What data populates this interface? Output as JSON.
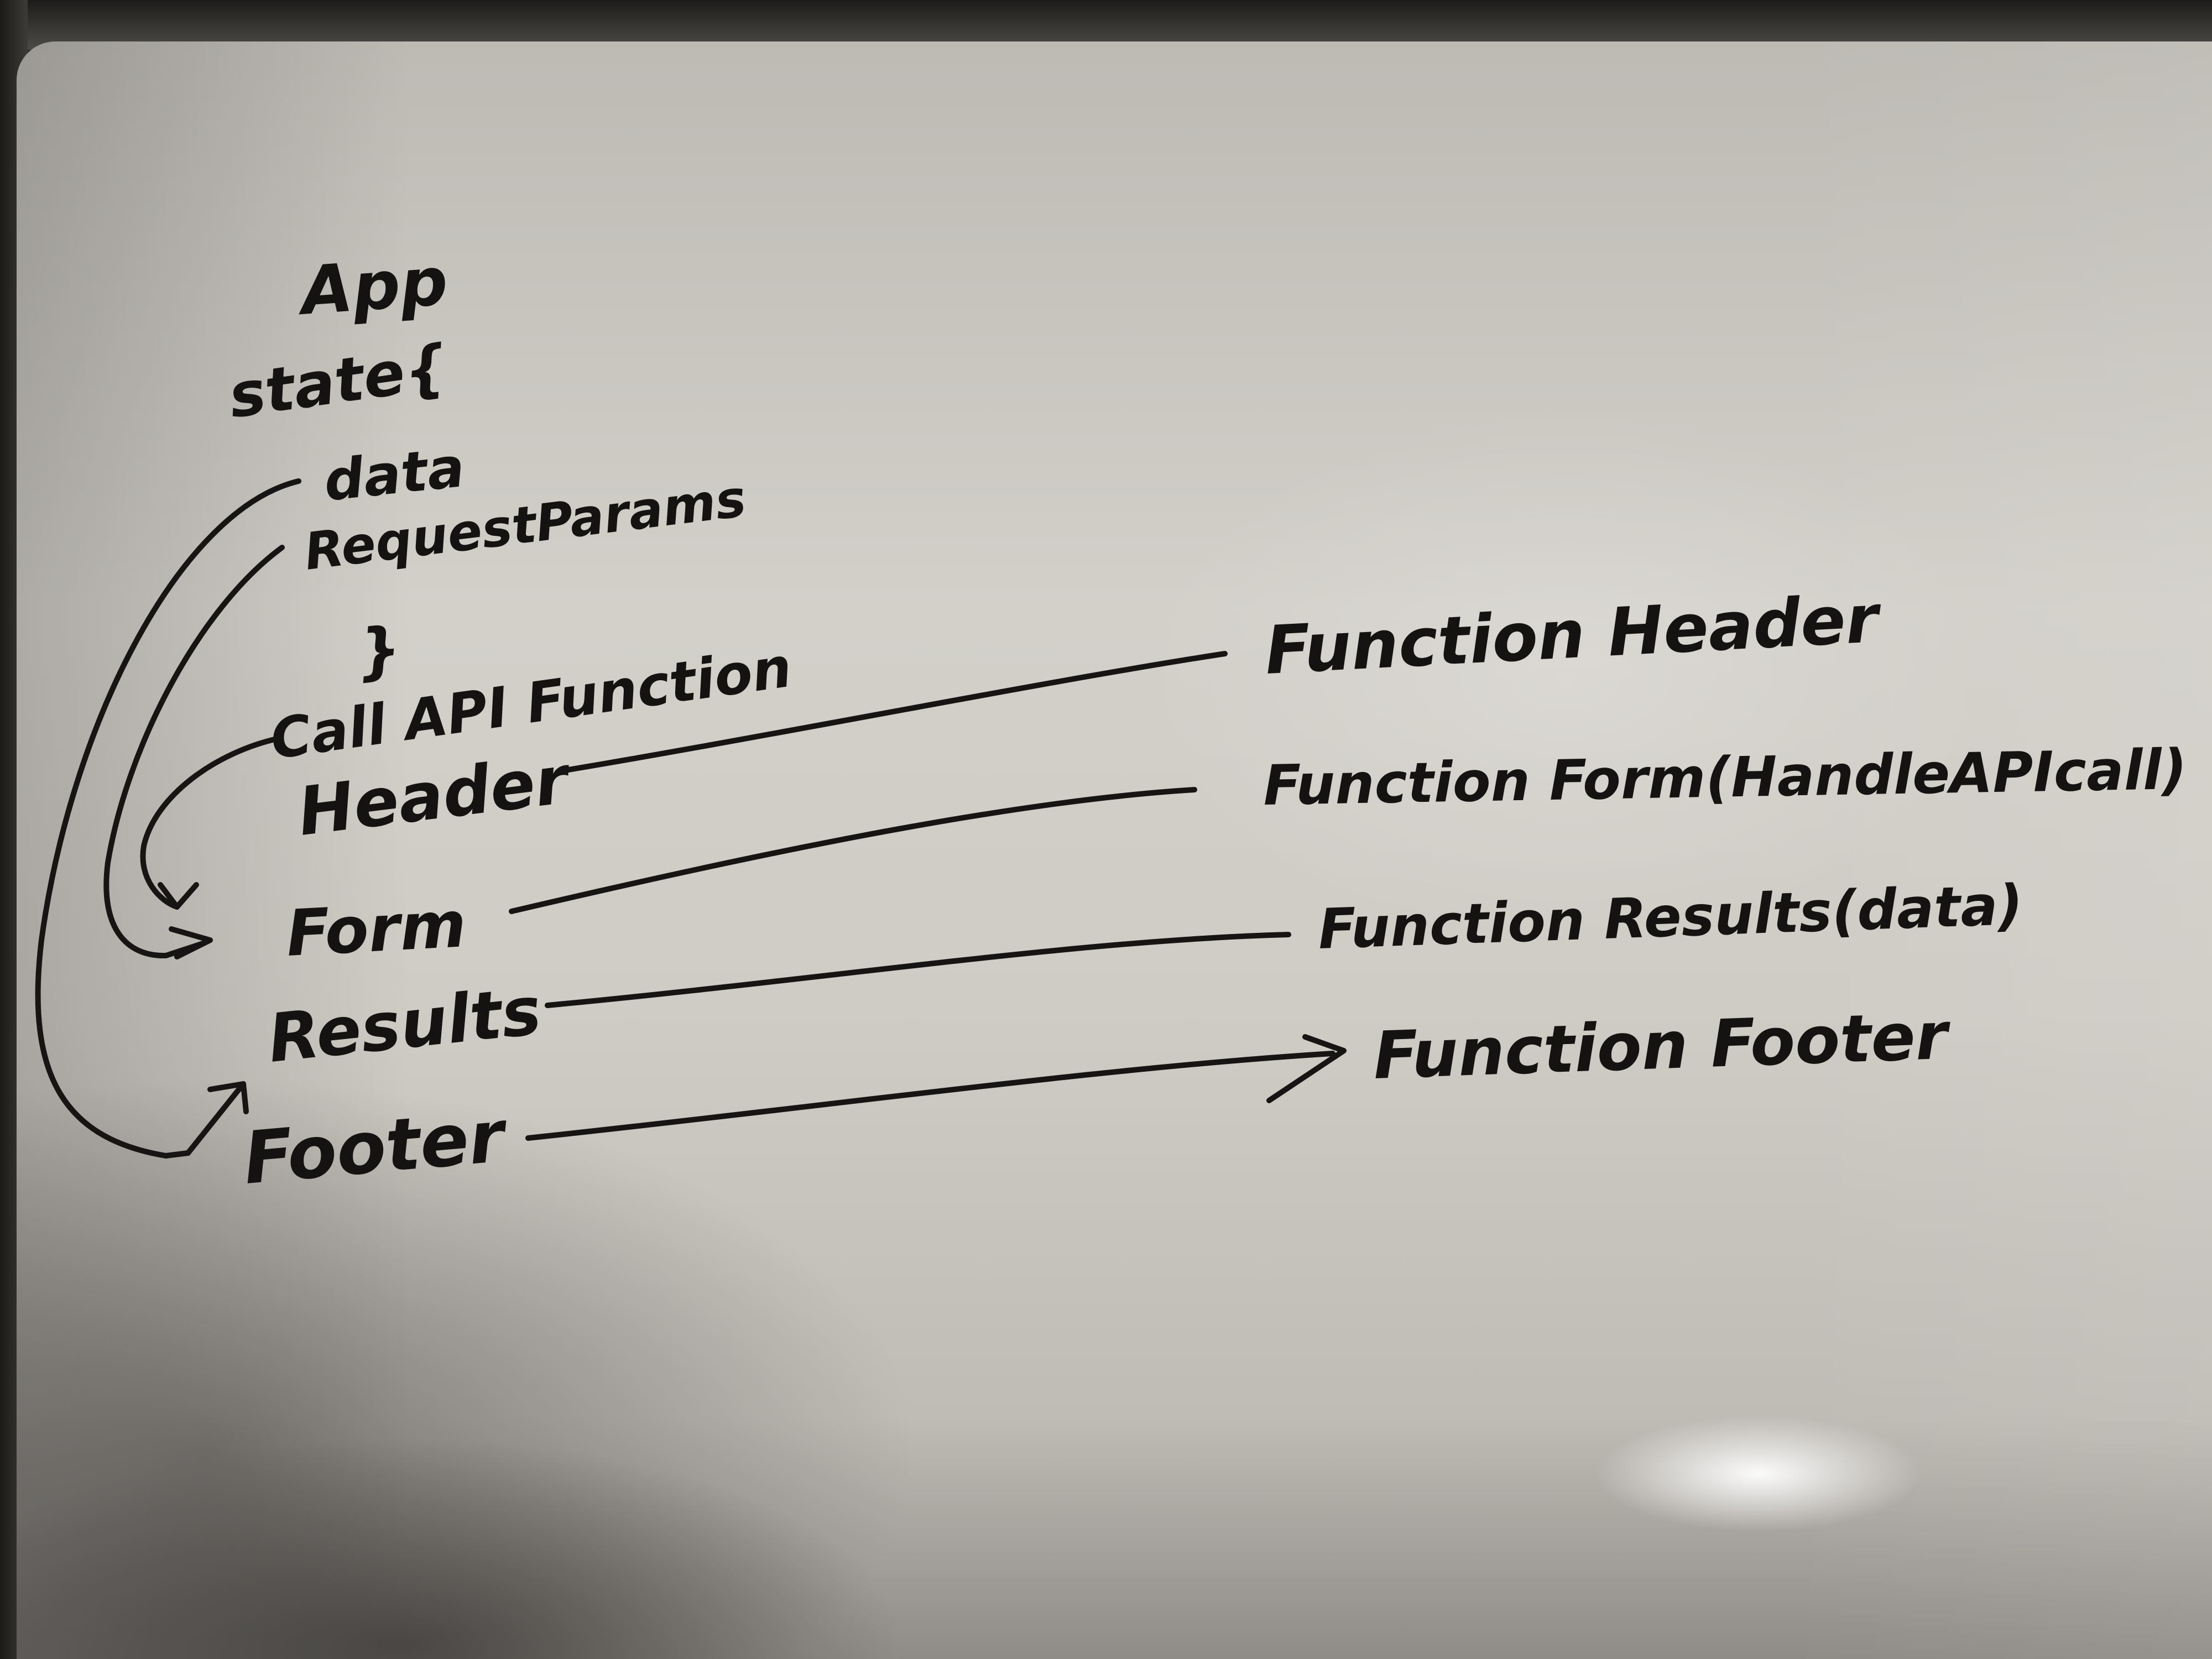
{
  "left": {
    "title": "App",
    "state_open": "state{",
    "state_items": [
      "data",
      "RequestParams"
    ],
    "state_close": "}",
    "function_label": "Call API Function",
    "components": [
      "Header",
      "Form",
      "Results",
      "Footer"
    ]
  },
  "right": {
    "functions": [
      "Function Header",
      "Function Form(HandleAPIcall)",
      "Function Results(data)",
      "Function Footer"
    ]
  },
  "colors": {
    "ink": "#141312",
    "board": "#d0cdc7"
  }
}
